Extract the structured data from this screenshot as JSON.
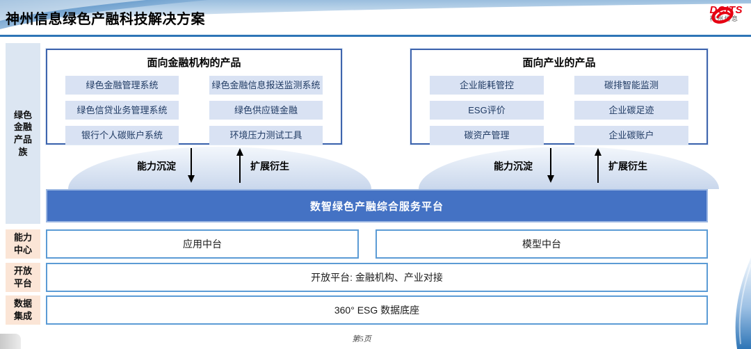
{
  "header": {
    "title": "神州信息绿色产融科技解决方案",
    "logo": {
      "brand": "DCITS",
      "sub": "神州信息"
    }
  },
  "rails": {
    "product_family_lines": [
      "绿色",
      "金融",
      "产品",
      "族"
    ],
    "capability_lines": [
      "能力",
      "中心"
    ],
    "open_lines": [
      "开放",
      "平台"
    ],
    "data_lines": [
      "数据",
      "集成"
    ]
  },
  "product_groups": [
    {
      "title": "面向金融机构的产品",
      "items": [
        "绿色金融管理系统",
        "绿色金融信息报送监测系统",
        "绿色信贷业务管理系统",
        "绿色供应链金融",
        "银行个人碳账户系统",
        "环境压力测试工具"
      ]
    },
    {
      "title": "面向产业的产品",
      "items": [
        "企业能耗管控",
        "碳排智能监测",
        "ESG评价",
        "企业碳足迹",
        "碳资产管理",
        "企业碳账户"
      ]
    }
  ],
  "arrows": {
    "down_label": "能力沉淀",
    "up_label": "扩展衍生"
  },
  "platform": {
    "title": "数智绿色产融综合服务平台"
  },
  "rows": {
    "app_center": "应用中台",
    "model_center": "模型中台",
    "open_platform": "开放平台: 金融机构、产业对接",
    "data_base": "360° ESG 数据底座"
  },
  "footer": {
    "page": "第5页"
  },
  "colors": {
    "accent_blue": "#2E75B6",
    "platform_blue": "#4472C4",
    "chip_bg": "#D9E2F3",
    "rail_blue": "#DCE6F2",
    "rail_peach": "#FBE5D6",
    "row_border": "#5B9BD5",
    "logo_red": "#E60012"
  }
}
